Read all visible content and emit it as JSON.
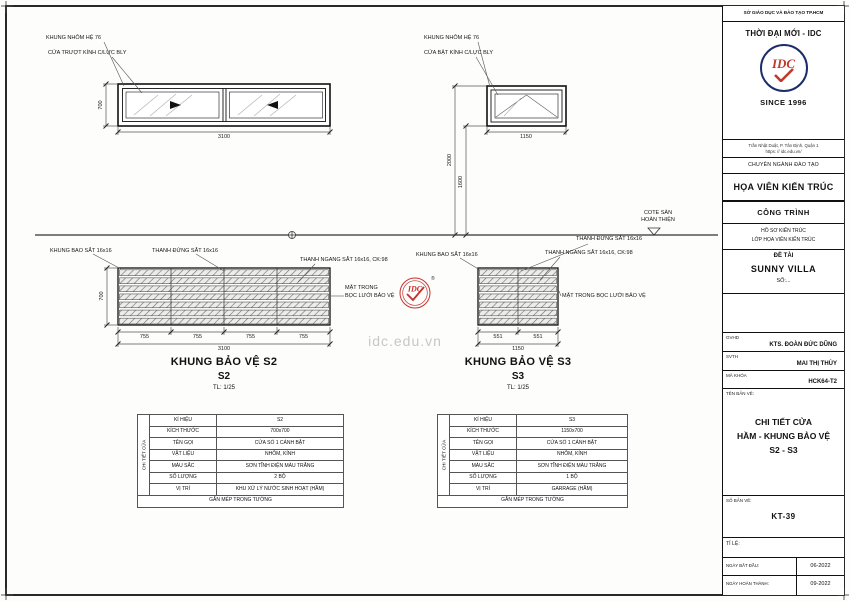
{
  "sheet": {
    "watermark": "idc.edu.vn",
    "reg": "®"
  },
  "drawings": {
    "window_s2": {
      "label_frame": "KHUNG NHÔM HỆ 76",
      "label_glass": "CỬA TRƯỢT KÍNH C/LỰC BLY",
      "dim_height": "700",
      "dim_width": "3100"
    },
    "window_s3": {
      "label_frame": "KHUNG NHÔM HỆ 76",
      "label_glass": "CỬA BẬT KÍNH C/LỰC BLY",
      "dim_width": "1150",
      "dim_top": "2000",
      "dim_sill": "1600"
    },
    "floor": {
      "note_line1": "COTE SÀN",
      "note_line2": "HOÀN THIỆN"
    },
    "guard_s2": {
      "label_frame": "KHUNG BAO SẮT 16x16",
      "label_vertical": "THANH ĐỨNG SẮT 16x16",
      "label_horizontal": "THANH NGANG SẮT 16x16, CK:98",
      "label_mesh_1": "MẶT TRONG",
      "label_mesh_2": "BỌC LƯỚI BẢO VỆ",
      "dim_height": "700",
      "dim_seg": [
        "755",
        "755",
        "755",
        "755"
      ],
      "dim_total": "3100",
      "title": "KHUNG BẢO VỆ S2",
      "code": "S2",
      "scale": "TL: 1/25"
    },
    "guard_s3": {
      "label_frame": "KHUNG BAO SẮT 16x16",
      "label_vertical": "THANH ĐỨNG SẮT 16x16",
      "label_horizontal": "THANH NGANG SẮT 16x16, CK:98",
      "label_mesh": "MẶT TRONG BỌC LƯỚI BẢO VỆ",
      "dim_seg": [
        "551",
        "551"
      ],
      "dim_total": "1150",
      "title": "KHUNG BẢO VỆ S3",
      "code": "S3",
      "scale": "TL: 1/25"
    },
    "stamp_text": "IDC"
  },
  "tables": {
    "side_label": "CHI TIẾT CỬA",
    "s2": {
      "rows": [
        {
          "label": "KÍ HIỆU",
          "value": "S2"
        },
        {
          "label": "KÍCH THƯỚC",
          "value": "700x700"
        },
        {
          "label": "TÊN GỌI",
          "value": "CỬA SỔ 1 CÁNH BẬT"
        },
        {
          "label": "VẬT LIỆU",
          "value": "NHÔM, KÍNH"
        },
        {
          "label": "MÀU SẮC",
          "value": "SƠN TĨNH ĐIỆN MÀU TRẮNG"
        },
        {
          "label": "SỐ LƯỢNG",
          "value": "2 BỘ"
        },
        {
          "label": "VỊ TRÍ",
          "value": "KHU XỬ LÝ NƯỚC SINH HOẠT (HẦM)"
        }
      ],
      "footer": "GẮN MÉP TRONG TƯỜNG"
    },
    "s3": {
      "rows": [
        {
          "label": "KÍ HIỆU",
          "value": "S3"
        },
        {
          "label": "KÍCH THƯỚC",
          "value": "1150x700"
        },
        {
          "label": "TÊN GỌI",
          "value": "CỬA SỔ 1 CÁNH BẬT"
        },
        {
          "label": "VẬT LIỆU",
          "value": "NHÔM, KÍNH"
        },
        {
          "label": "MÀU SẮC",
          "value": "SƠN TĨNH ĐIỆN MÀU TRẮNG"
        },
        {
          "label": "SỐ LƯỢNG",
          "value": "1 BỘ"
        },
        {
          "label": "VỊ TRÍ",
          "value": "GARRAGE (HẦM)"
        }
      ],
      "footer": "GẮN MÉP TRONG TƯỜNG"
    }
  },
  "titleblock": {
    "department": "SỞ GIÁO DỤC VÀ ĐÀO TẠO TP.HCM",
    "brand": "THỜI ĐẠI MỚI - IDC",
    "logo_text": "IDC",
    "since": "SINCE 1996",
    "address_1": "Trần Nhật Duật, P. Tân Định, Quận 1",
    "address_2": "https: // idc.edu.vn/",
    "training": "CHUYÊN NGÀNH ĐÀO TẠO",
    "major": "HỌA VIÊN KIẾN TRÚC",
    "project_label": "CÔNG TRÌNH",
    "project_line1": "HỒ SƠ KIẾN TRÚC",
    "project_line2": "LỚP HỌA VIÊN KIẾN TRÚC",
    "topic_label": "ĐỀ TÀI",
    "topic_name": "SUNNY VILLA",
    "topic_no": "SỐ:...",
    "gvhd_label": "GVHD",
    "gvhd_name": "KTS. ĐOÀN ĐỨC DŨNG",
    "svth_label": "SVTH",
    "svth_name": "MAI THỊ THÙY",
    "code_label": "MÃ KHÓA",
    "code_value": "HCK64-T2",
    "drawing_name_label": "TÊN BẢN VẼ:",
    "drawing_name_1": "CHI TIẾT CỬA",
    "drawing_name_2": "HẦM - KHUNG BẢO VỆ",
    "drawing_name_3": "S2 - S3",
    "sheet_no_label": "SỐ BẢN VẼ:",
    "sheet_no": "KT-39",
    "scale_label": "TỈ LỆ:",
    "start_label": "NGÀY BẮT ĐẦU:",
    "start_value": "06-2022",
    "end_label": "NGÀY HOÀN THÀNH:",
    "end_value": "09-2022"
  }
}
